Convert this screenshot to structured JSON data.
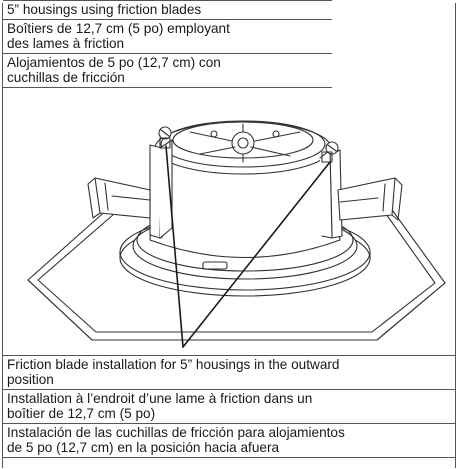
{
  "top_captions": [
    "5” housings using friction blades",
    "Boîtiers de 12,7 cm (5 po) employant\ndes lames à friction",
    "Alojamientos de 5 po (12,7 cm) con\ncuchillas de fricción"
  ],
  "bottom_captions": [
    "Friction blade installation for 5” housings in the outward\nposition",
    "Installation à l’endroit d’une lame à friction dans un\nboîtier de 12,7 cm (5 po)",
    "Instalación de las cuchillas de fricción para alojamientos\nde 5 po (12,7 cm) en la posición hacia afuera"
  ],
  "colors": {
    "line": "#333333",
    "rule": "#555555"
  }
}
